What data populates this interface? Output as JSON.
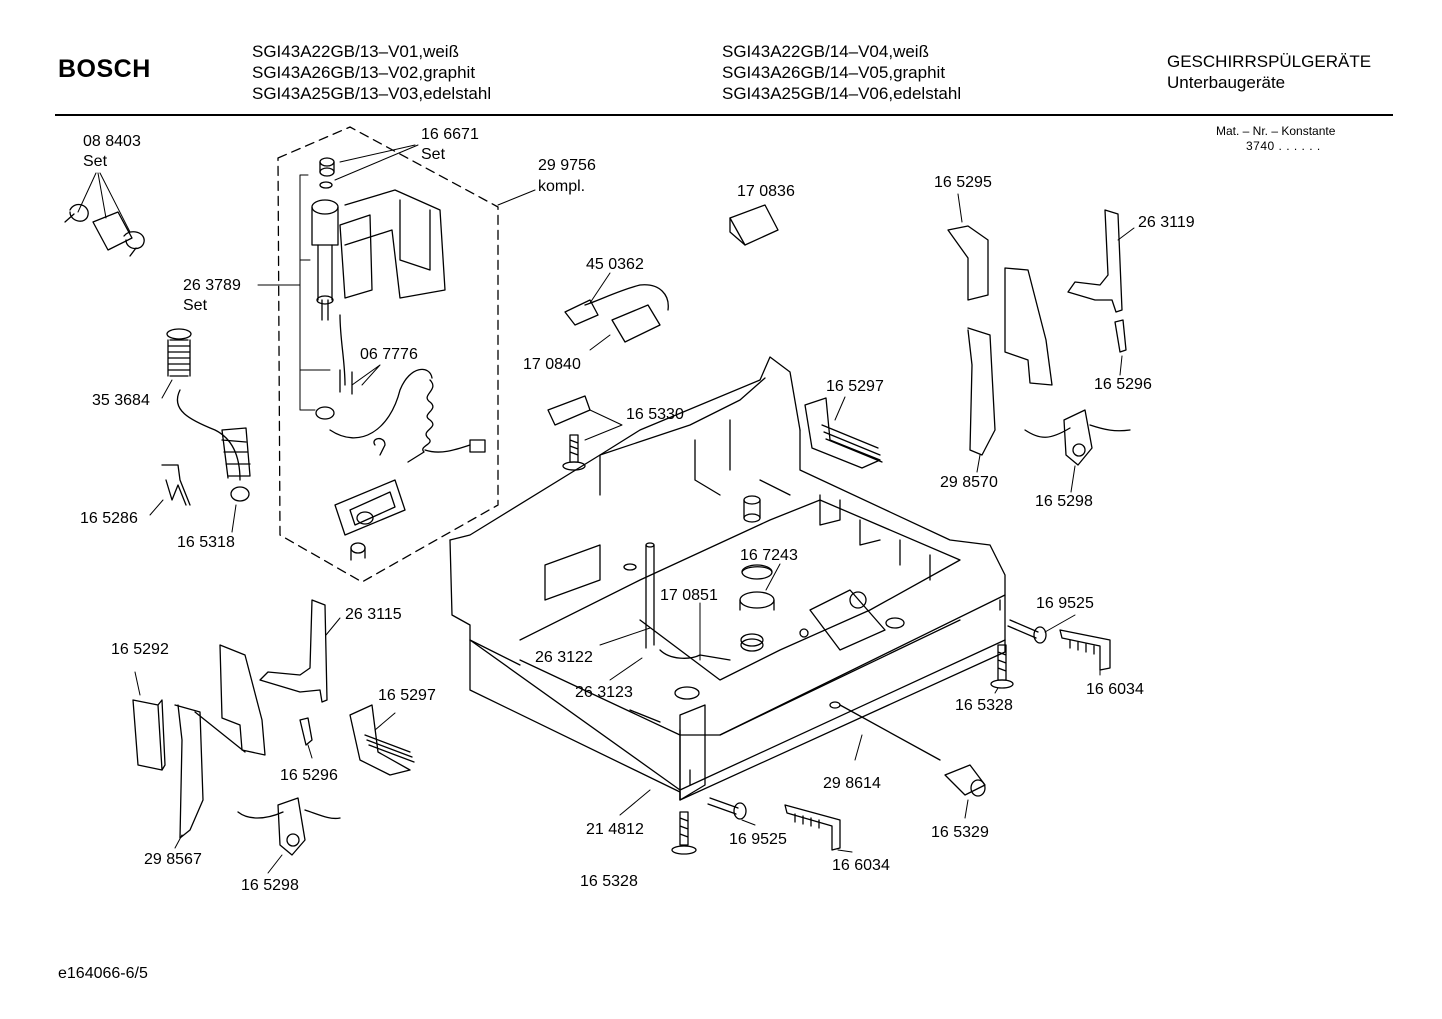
{
  "header": {
    "brand": "BOSCH",
    "models_left": [
      "SGI43A22GB/13–V01,weiß",
      "SGI43A26GB/13–V02,graphit",
      "SGI43A25GB/13–V03,edelstahl"
    ],
    "models_right": [
      "SGI43A22GB/14–V04,weiß",
      "SGI43A26GB/14–V05,graphit",
      "SGI43A25GB/14–V06,edelstahl"
    ],
    "category": "GESCHIRRSPÜLGERÄTE",
    "subcategory": "Unterbaugeräte",
    "constant_label": "Mat. – Nr. – Konstante",
    "constant_value": "3740  .  .   .  .  .  ."
  },
  "parts": [
    {
      "id": "p088403",
      "number": "08 8403",
      "note": "Set"
    },
    {
      "id": "p166671",
      "number": "16 6671",
      "note": "Set"
    },
    {
      "id": "p299756",
      "number": "29 9756",
      "note": "kompl."
    },
    {
      "id": "p170836",
      "number": "17 0836"
    },
    {
      "id": "p165295",
      "number": "16 5295"
    },
    {
      "id": "p263119",
      "number": "26 3119"
    },
    {
      "id": "p450362",
      "number": "45 0362"
    },
    {
      "id": "p263789",
      "number": "26 3789",
      "note": "Set"
    },
    {
      "id": "p170840",
      "number": "17 0840"
    },
    {
      "id": "p067776",
      "number": "06 7776"
    },
    {
      "id": "p353684",
      "number": "35 3684"
    },
    {
      "id": "p165330",
      "number": "16 5330"
    },
    {
      "id": "p165297a",
      "number": "16 5297"
    },
    {
      "id": "p165296a",
      "number": "16 5296"
    },
    {
      "id": "p298570",
      "number": "29 8570"
    },
    {
      "id": "p165298a",
      "number": "16 5298"
    },
    {
      "id": "p165286",
      "number": "16 5286"
    },
    {
      "id": "p165318",
      "number": "16 5318"
    },
    {
      "id": "p167243",
      "number": "16 7243"
    },
    {
      "id": "p170851",
      "number": "17 0851"
    },
    {
      "id": "p169525a",
      "number": "16 9525"
    },
    {
      "id": "p263115",
      "number": "26 3115"
    },
    {
      "id": "p165292",
      "number": "16 5292"
    },
    {
      "id": "p263122",
      "number": "26 3122"
    },
    {
      "id": "p263123",
      "number": "26 3123"
    },
    {
      "id": "p166034a",
      "number": "16 6034"
    },
    {
      "id": "p165328a",
      "number": "16 5328"
    },
    {
      "id": "p165297b",
      "number": "16 5297"
    },
    {
      "id": "p165296b",
      "number": "16 5296"
    },
    {
      "id": "p298614",
      "number": "29 8614"
    },
    {
      "id": "p214812",
      "number": "21 4812"
    },
    {
      "id": "p169525b",
      "number": "16 9525"
    },
    {
      "id": "p165329",
      "number": "16 5329"
    },
    {
      "id": "p298567",
      "number": "29 8567"
    },
    {
      "id": "p166034b",
      "number": "16 6034"
    },
    {
      "id": "p165298b",
      "number": "16 5298"
    },
    {
      "id": "p165328b",
      "number": "16 5328"
    }
  ],
  "footer": {
    "code": "e164066-6/5"
  }
}
